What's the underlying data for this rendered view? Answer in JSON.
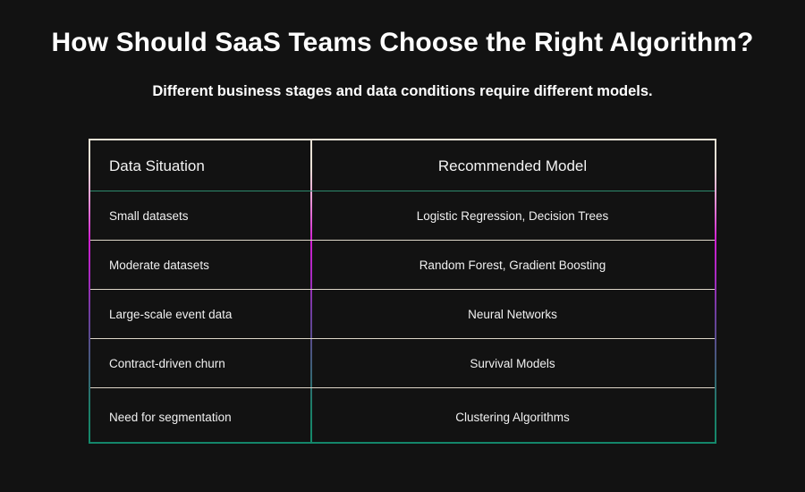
{
  "page": {
    "background_color": "#121212",
    "title": "How Should SaaS Teams Choose the Right Algorithm?",
    "subtitle": "Different business stages and data conditions require different models."
  },
  "table": {
    "columns": [
      {
        "key": "situation",
        "label": "Data Situation",
        "align": "left"
      },
      {
        "key": "model",
        "label": "Recommended Model",
        "align": "center"
      }
    ],
    "rows": [
      {
        "situation": "Small datasets",
        "model": "Logistic Regression, Decision Trees"
      },
      {
        "situation": "Moderate datasets",
        "model": "Random Forest, Gradient Boosting"
      },
      {
        "situation": "Large-scale event data",
        "model": "Neural Networks"
      },
      {
        "situation": "Contract-driven churn",
        "model": "Survival Models"
      },
      {
        "situation": "Need for segmentation",
        "model": "Clustering Algorithms"
      }
    ],
    "separator_colors": [
      "#2d8a6d",
      "#ddd6c8",
      "#ddd6c8",
      "#ddd6c8",
      "#ddd6c8"
    ],
    "border_gradient": {
      "top_color": "#e9e1d5",
      "bottom_color": "#14866a",
      "stops": [
        "#e9e1d5",
        "#eb9ed6",
        "#d11fd1",
        "#a52bbf",
        "#6d3f9e",
        "#455a7c",
        "#14866a"
      ]
    }
  }
}
